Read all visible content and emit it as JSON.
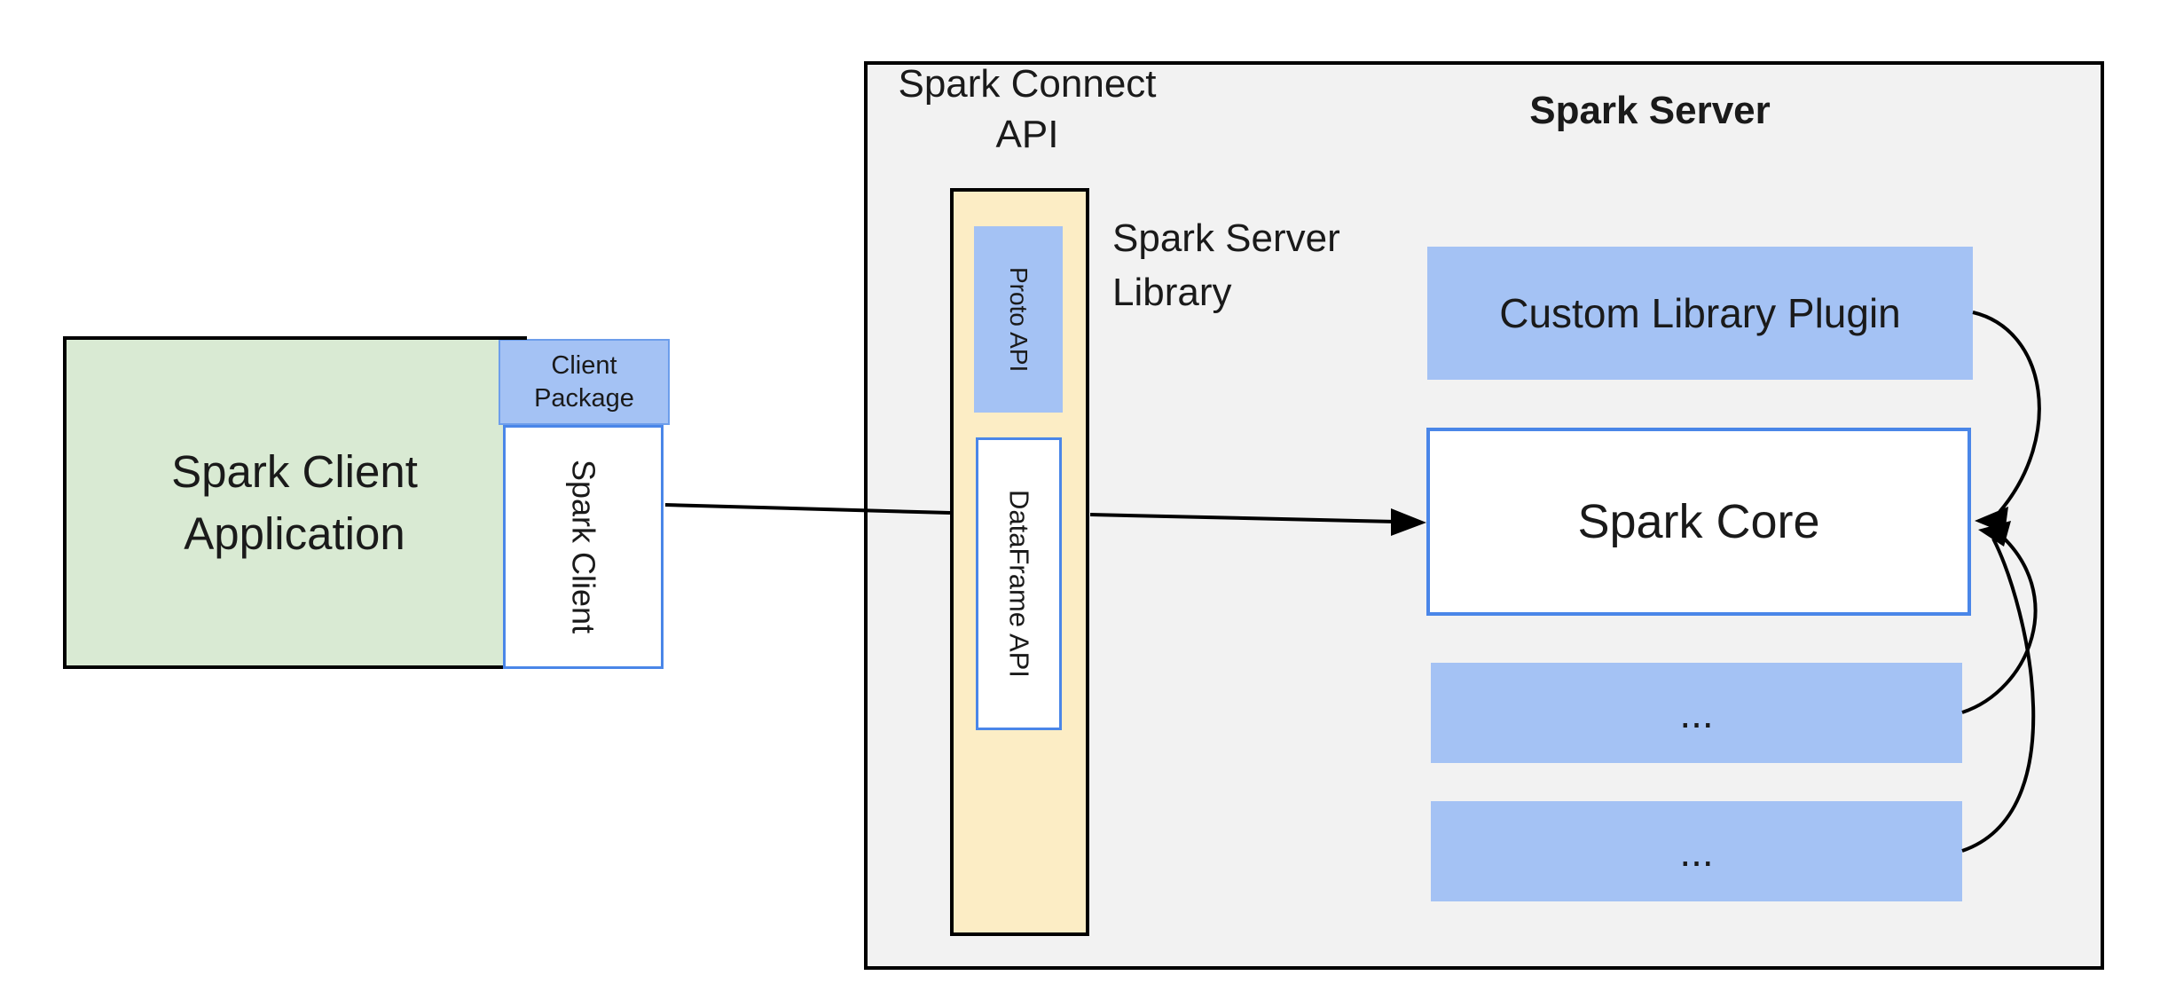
{
  "diagram": {
    "client_app": {
      "line1": "Spark Client",
      "line2": "Application"
    },
    "client_package": {
      "line1": "Client",
      "line2": "Package"
    },
    "spark_client": {
      "label": "Spark Client"
    },
    "spark_connect_api": {
      "line1": "Spark Connect",
      "line2": "API"
    },
    "proto_api": {
      "label": "Proto API"
    },
    "dataframe_api": {
      "label": "DataFrame API"
    },
    "spark_server_library": {
      "line1": "Spark Server",
      "line2": "Library"
    },
    "spark_server": {
      "title": "Spark Server"
    },
    "custom_library_plugin": {
      "label": "Custom Library Plugin"
    },
    "spark_core": {
      "label": "Spark Core"
    },
    "module_1": {
      "label": "..."
    },
    "module_2": {
      "label": "..."
    }
  },
  "colors": {
    "green_fill": "#d9ead3",
    "blue_fill": "#a4c2f4",
    "cream_fill": "#fcedc5",
    "grey_fill": "#f2f2f2",
    "blue_border": "#4a86e8",
    "blue_border_light": "#6d9eeb",
    "line": "#000000",
    "text": "#1a1a1a"
  }
}
